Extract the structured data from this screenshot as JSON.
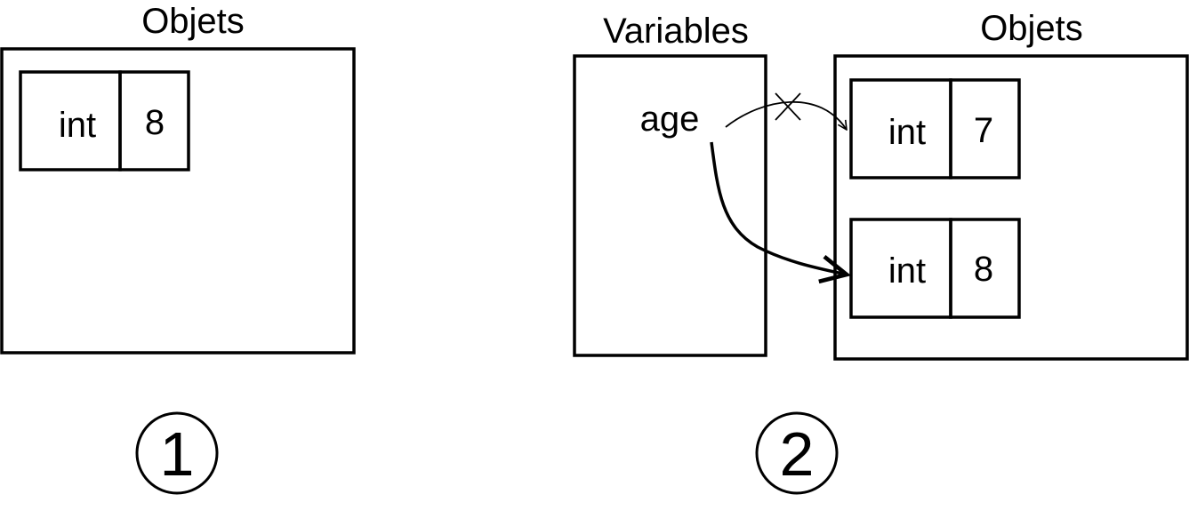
{
  "panel1": {
    "heading": "Objets",
    "object": {
      "type": "int",
      "value": "8"
    },
    "step": "1"
  },
  "panel2": {
    "variables_heading": "Variables",
    "objects_heading": "Objets",
    "variable": "age",
    "objects": [
      {
        "type": "int",
        "value": "7",
        "reference": "old, crossed out"
      },
      {
        "type": "int",
        "value": "8",
        "reference": "current"
      }
    ],
    "step": "2"
  },
  "colors": {
    "ink": "#000000",
    "background": "#ffffff"
  }
}
